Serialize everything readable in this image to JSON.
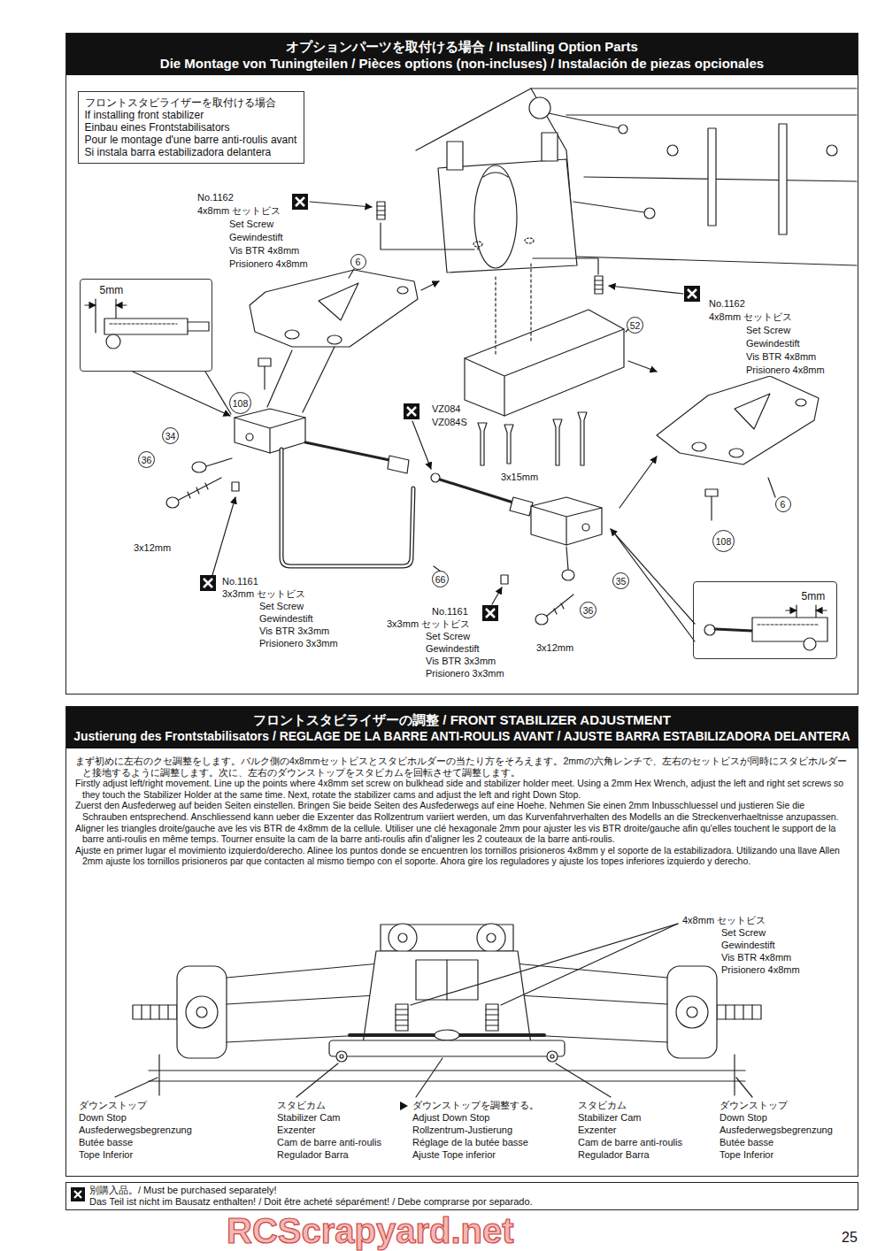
{
  "diagram": {
    "nodes": [
      {
        "text": [
          "オプションパーツを取付ける場合 / Installing Option Parts",
          "Die Montage von Tuningteilen / Pièces options (non-incluses) / Instalación de piezas opcionales"
        ]
      },
      {
        "text": [
          "フロントスタビライザーを取付ける場合",
          "If installing front stabilizer",
          "Einbau eines Frontstabilisators",
          "Pour le montage d'une barre anti-roulis avant",
          "Si instala barra estabilizadora delantera"
        ],
        "in": 0
      },
      {
        "text": [
          "5mm"
        ],
        "in": 0
      },
      {
        "text": [
          "5mm"
        ],
        "in": 0
      },
      {
        "text": [
          "6"
        ],
        "in": 0
      },
      {
        "text": [
          "52"
        ],
        "in": 0
      },
      {
        "text": [
          "108"
        ],
        "in": 0
      },
      {
        "text": [
          "34"
        ],
        "in": 0
      },
      {
        "text": [
          "36"
        ],
        "in": 0
      },
      {
        "text": [
          "66"
        ],
        "in": 0
      },
      {
        "text": [
          "35"
        ],
        "in": 0
      },
      {
        "text": [
          "36"
        ],
        "in": 0
      },
      {
        "text": [
          "108"
        ],
        "in": 0
      },
      {
        "text": [
          "6"
        ],
        "in": 0
      },
      {
        "text": [
          "フロントスタビライザーの調整 / FRONT STABILIZER ADJUSTMENT",
          "Justierung des Frontstabilisators / REGLAGE DE LA BARRE ANTI-ROULIS AVANT / AJUSTE BARRA ESTABILIZADORA DELANTERA",
          "まず初めに左右のクセ調整をします。バルク側の4x8mmセットビスとスタビホルダーの当たり方をそろえます。2mmの六角レンチで、左右のセットビスが同時にスタビホルダーと接地するように調整します。次に、左右のダウンストップをスタビカムを回転させて調整します。",
          "Firstly adjust left/right movement. Line up the points where 4x8mm set screw on bulkhead side and stabilizer holder meet. Using a 2mm Hex Wrench, adjust the left and right set screws so they touch the Stabilizer Holder at the same time. Next, rotate the stabilizer cams and adjust the left and right Down Stop.",
          "Zuerst den Ausfederweg auf beiden Seiten einstellen. Bringen Sie beide Seiten des Ausfederwegs auf eine Hoehe. Nehmen Sie einen 2mm Inbusschluessel und justieren Sie die Schrauben entsprechend. Anschliessend kann ueber die Exzenter das Rollzentrum variiert werden, um das Kurvenfahrverhalten des Modells an die Streckenverhaeltnisse anzupassen.",
          "Aligner les triangles droite/gauche ave les vis BTR de 4x8mm de la cellule. Utiliser une clé hexagonale 2mm pour ajuster les vis BTR droite/gauche afin qu'elles touchent le support de la barre anti-roulis en même temps. Tourner ensuite la cam de la barre anti-roulis afin d'aligner les 2 couteaux de la barre anti-roulis.",
          "Ajuste en primer lugar el movimiento izquierdo/derecho. Alinee los puntos donde se encuentren los tornillos prisioneros 4x8mm y el soporte de la estabilizadora. Utilizando una llave Allen 2mm ajuste los tornillos prisioneros par que contacten al mismo tiempo con el soporte. Ahora gire los reguladores y ajuste los topes inferiores izquierdo y derecho."
        ]
      },
      {
        "text": [
          "別購入品。/ Must be purchased separately!",
          "Das Teil ist nicht im Bausatz enthalten! / Doit être acheté séparément! / Debe comprarse por separado."
        ]
      }
    ],
    "labels": [
      "No.1162",
      "4x8mm セットビス",
      "Set Screw",
      "Gewindestift",
      "Vis BTR 4x8mm",
      "Prisionero 4x8mm",
      "No.1162",
      "4x8mm セットビス",
      "Set Screw",
      "Gewindestift",
      "Vis BTR 4x8mm",
      "Prisionero 4x8mm",
      "VZ084",
      "VZ084S",
      "3x15mm",
      "3x12mm",
      "No.1161",
      "3x3mm セットビス",
      "Set Screw",
      "Gewindestift",
      "Vis BTR 3x3mm",
      "Prisionero 3x3mm",
      "No.1161",
      "3x3mm セットビス",
      "Set Screw",
      "Gewindestift",
      "Vis BTR 3x3mm",
      "Prisionero 3x3mm",
      "3x12mm",
      "4x8mm セットビス",
      "Set Screw",
      "Gewindestift",
      "Vis BTR 4x8mm",
      "Prisionero 4x8mm",
      "ダウンストップ",
      "Down Stop",
      "Ausfederwegsbegrenzung",
      "Butée basse",
      "Tope Inferior",
      "スタビカム",
      "Stabilizer Cam",
      "Exzenter",
      "Cam de barre anti-roulis",
      "Regulador Barra",
      "ダウンストップを調整する。",
      "Adjust Down Stop",
      "Rollzentrum-Justierung",
      "Réglage de la butée basse",
      "Ajuste Tope inferior",
      "スタビカム",
      "Stabilizer Cam",
      "Exzenter",
      "Cam de barre anti-roulis",
      "Regulador Barra",
      "ダウンストップ",
      "Down Stop",
      "Ausfederwegsbegrenzung",
      "Butée basse",
      "Tope Inferior",
      "25",
      "RCScrapyard.net"
    ]
  }
}
